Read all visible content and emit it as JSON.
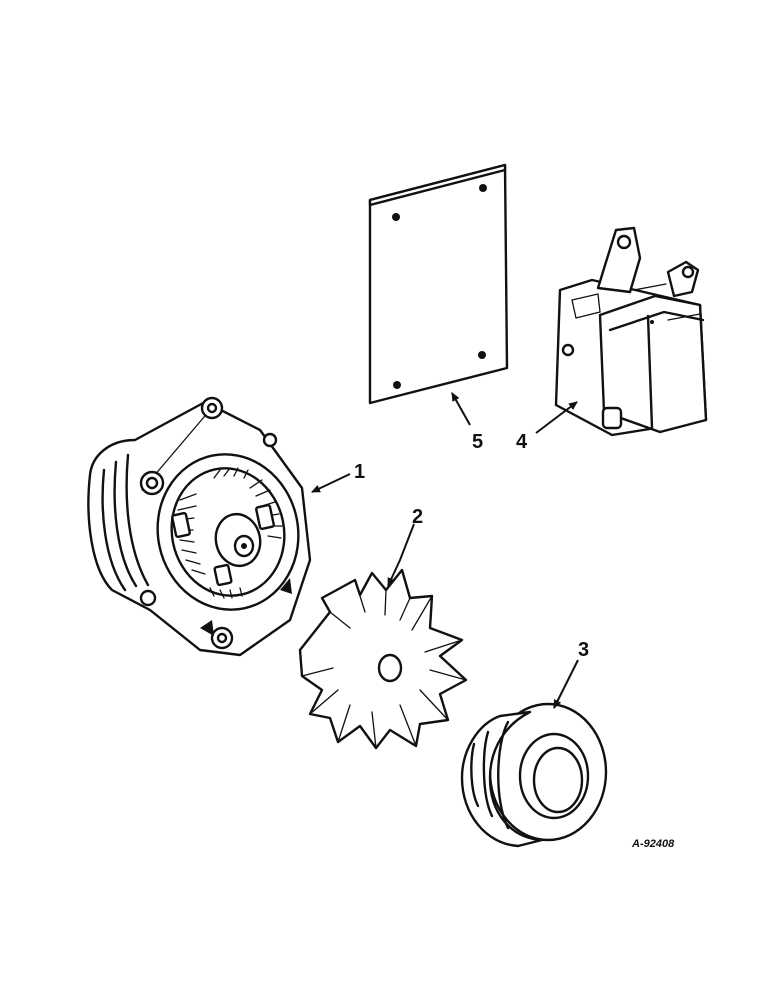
{
  "callouts": {
    "alternator": "1",
    "fan": "2",
    "pulley": "3",
    "regulator": "4",
    "plate": "5"
  },
  "reference_code": "A-92408"
}
